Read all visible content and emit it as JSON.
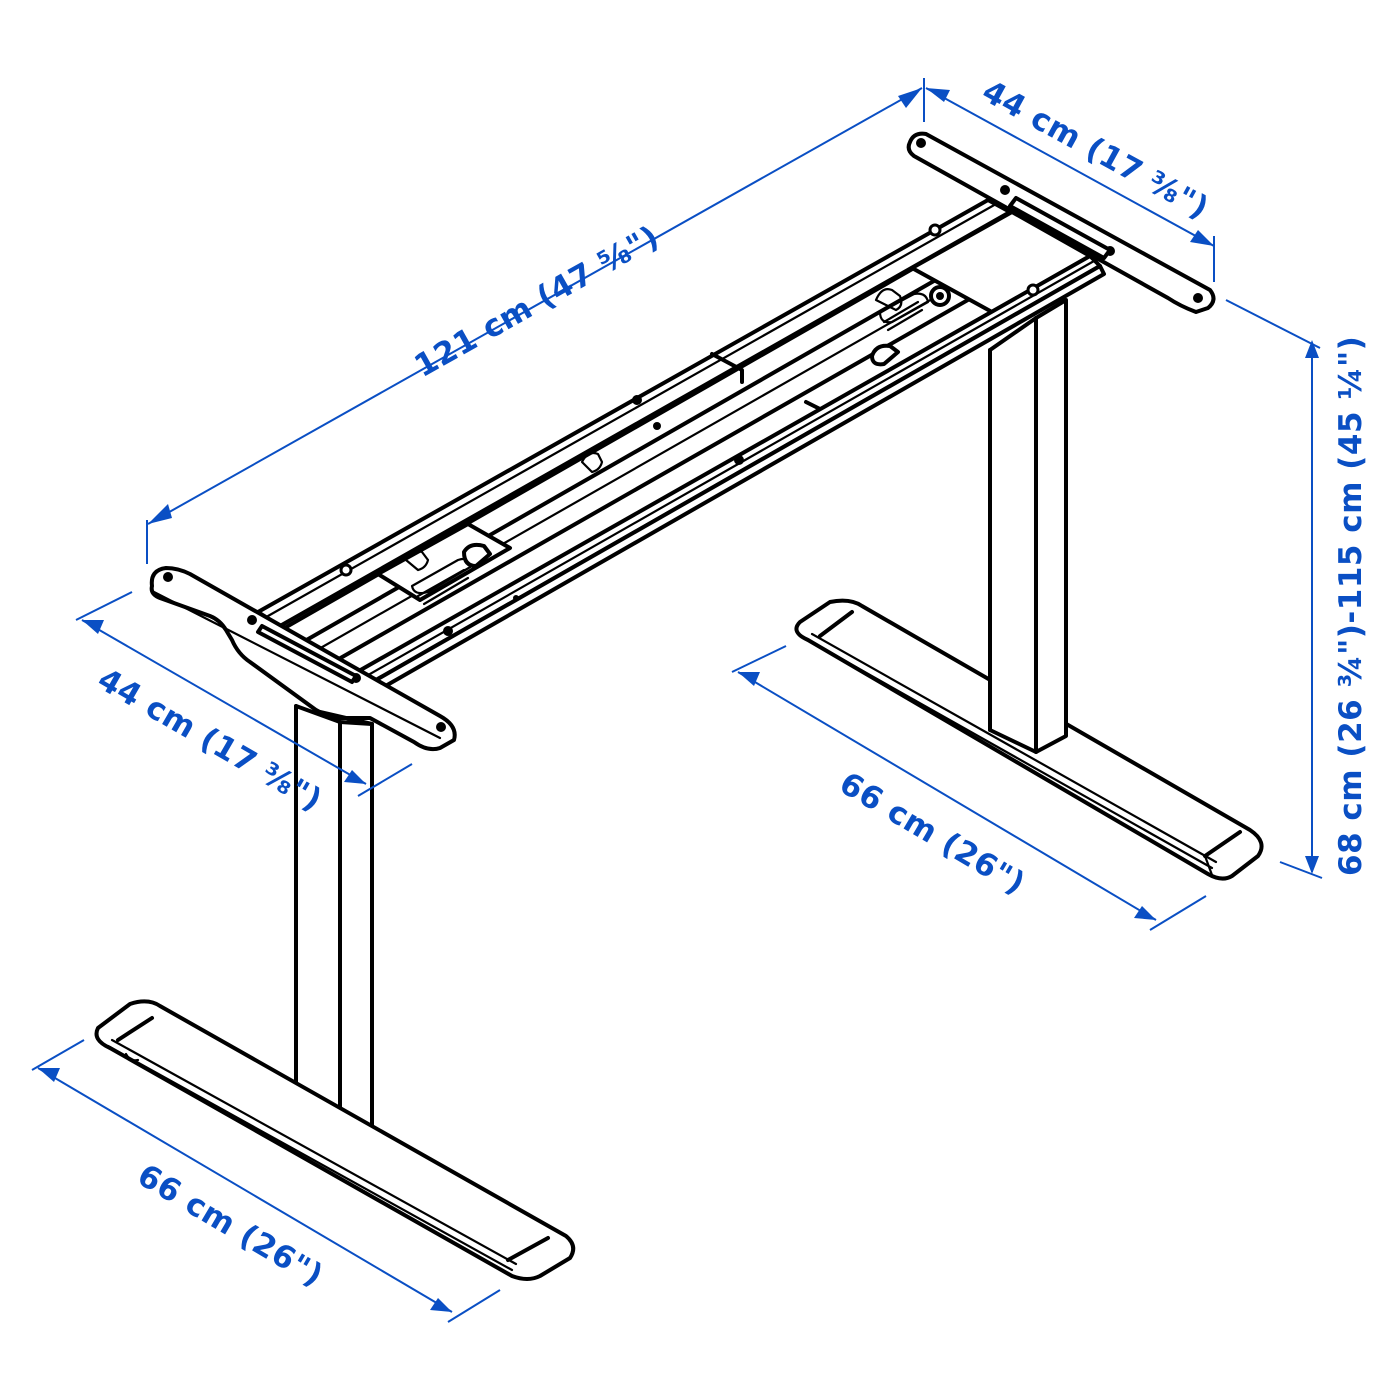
{
  "diagram": {
    "subject": "Sit/stand desk frame (underframe) with T-legs",
    "dimension_color": "#0a4fc4",
    "line_color": "#000000",
    "background": "#ffffff"
  },
  "dimensions": {
    "length_top": {
      "label": "121 cm (47 ⅝\")",
      "value_cm": 121,
      "value_in": "47 5/8"
    },
    "depth_top_right": {
      "label": "44 cm (17 ⅜\")",
      "value_cm": 44,
      "value_in": "17 3/8"
    },
    "depth_top_left": {
      "label": "44 cm (17 ⅜\")",
      "value_cm": 44,
      "value_in": "17 3/8"
    },
    "height_range": {
      "label": "68 cm (26 ¾\")-115 cm (45 ¼\")",
      "min_cm": 68,
      "min_in": "26 3/4",
      "max_cm": 115,
      "max_in": "45 1/4"
    },
    "foot_right": {
      "label": "66 cm (26\")",
      "value_cm": 66,
      "value_in": "26"
    },
    "foot_left": {
      "label": "66 cm (26\")",
      "value_cm": 66,
      "value_in": "26"
    }
  }
}
